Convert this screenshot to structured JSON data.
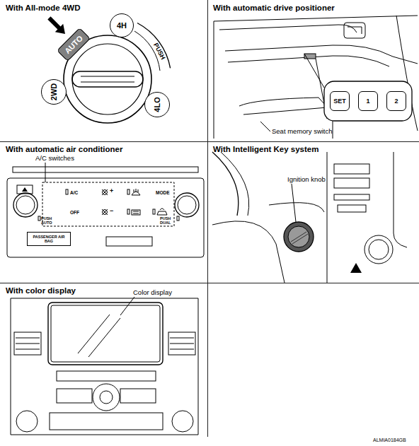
{
  "diagram": {
    "nodes": [
      {
        "text": [
          "With All-mode 4WD"
        ]
      },
      {
        "text": [
          "AUTO"
        ],
        "in": 0
      },
      {
        "text": [
          "4H"
        ],
        "in": 0
      },
      {
        "text": [
          "2WD"
        ],
        "in": 0
      },
      {
        "text": [
          "4LO"
        ],
        "in": 0
      },
      {
        "text": [
          "With automatic drive positioner"
        ]
      },
      {
        "text": [
          "SET"
        ],
        "in": 5
      },
      {
        "text": [
          "1"
        ],
        "in": 5
      },
      {
        "text": [
          "2"
        ],
        "in": 5
      },
      {
        "text": [
          "With automatic air conditioner"
        ]
      },
      {
        "text": [
          "PASSENGER AIR BAG"
        ],
        "in": 9
      },
      {
        "text": [
          "With Intelligent Key system"
        ]
      },
      {
        "text": [
          "With color display"
        ]
      }
    ],
    "labels": [
      "PUSH",
      "Seat memory switch",
      "A/C switches",
      "A/C",
      "+",
      "MODE",
      "OFF",
      "−",
      "PUSH AUTO",
      "PUSH DUAL",
      "Ignition knob",
      "Color display",
      "ALMIA0184GB"
    ]
  }
}
